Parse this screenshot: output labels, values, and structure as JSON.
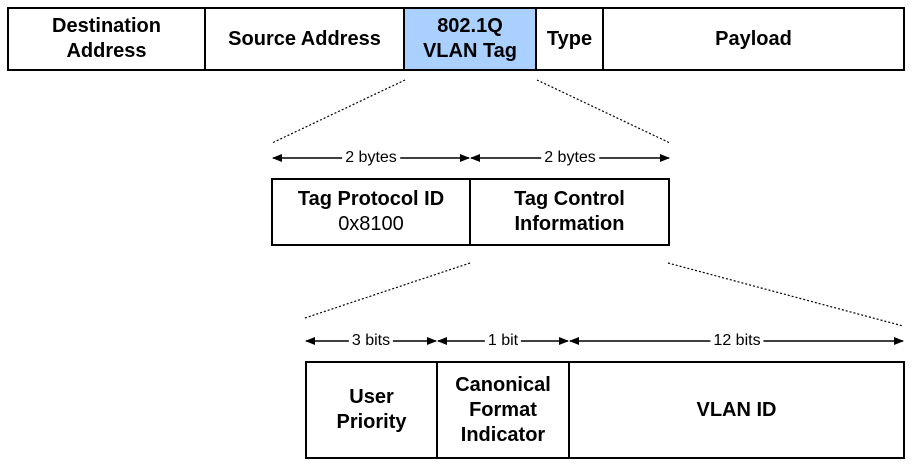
{
  "frame": {
    "destination_address": [
      "Destination",
      "Address"
    ],
    "source_address": "Source Address",
    "vlan_tag": [
      "802.1Q",
      "VLAN Tag"
    ],
    "type": "Type",
    "payload": "Payload"
  },
  "vlan_tag_detail": {
    "tag_protocol_id": {
      "title": "Tag Protocol ID",
      "value": "0x8100",
      "size": "2 bytes"
    },
    "tag_control_information": {
      "title": [
        "Tag Control",
        "Information"
      ],
      "size": "2 bytes"
    }
  },
  "tci_detail": {
    "user_priority": {
      "title": [
        "User",
        "Priority"
      ],
      "size": "3 bits"
    },
    "canonical_format_indicator": {
      "title": [
        "Canonical",
        "Format",
        "Indicator"
      ],
      "size": "1 bit"
    },
    "vlan_id": {
      "title": "VLAN ID",
      "size": "12 bits"
    }
  },
  "colors": {
    "highlight": "#a9d0ff",
    "border": "#000000"
  }
}
